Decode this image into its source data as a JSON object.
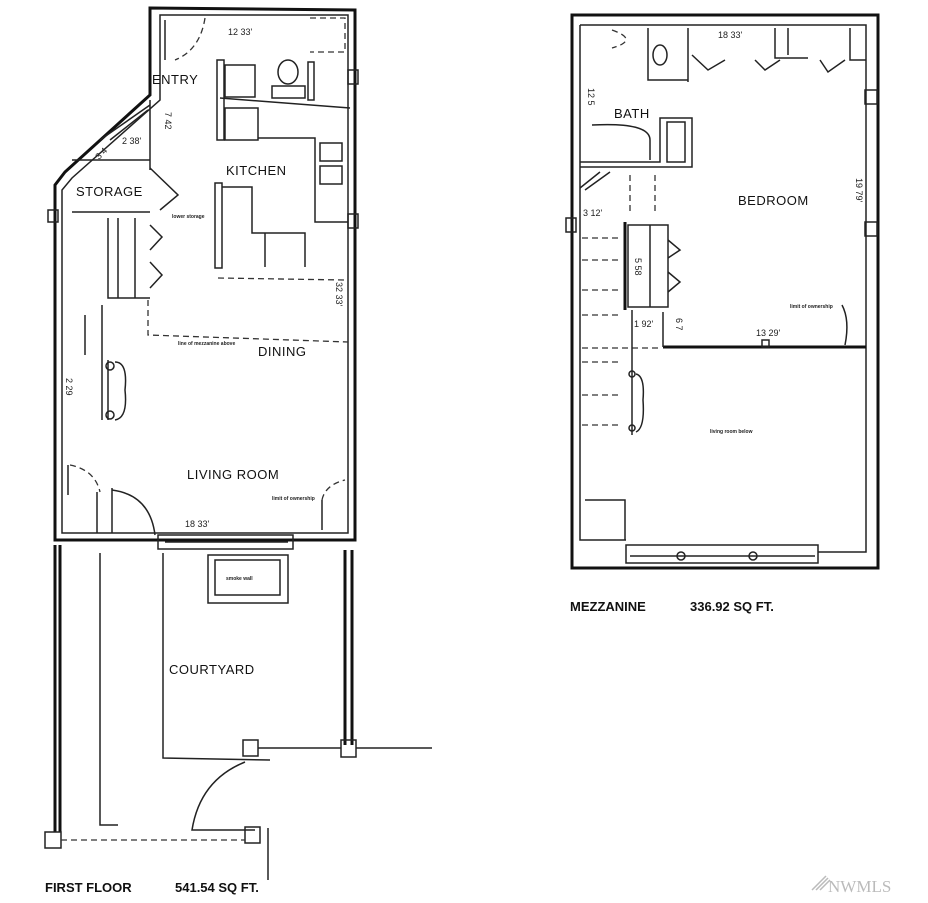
{
  "first_floor": {
    "rooms": {
      "entry": "ENTRY",
      "storage": "STORAGE",
      "kitchen": "KITCHEN",
      "dining": "DINING",
      "living_room": "LIVING ROOM",
      "courtyard": "COURTYARD"
    },
    "dimensions": {
      "top_width": "12 33'",
      "entry_depth": "7 42",
      "storage_a": "2 38'",
      "storage_b": "3 4",
      "side_length": "32 33'",
      "closet": "2 29",
      "bottom_width": "18 33'"
    },
    "notes": {
      "lower_storage": "lower storage",
      "mezzanine_line": "line of mezzanine above",
      "ownership": "limit of ownership",
      "smoke_wall": "smoke wall"
    },
    "caption": {
      "name": "FIRST FLOOR",
      "area": "541.54  SQ FT."
    }
  },
  "mezzanine": {
    "rooms": {
      "bath": "BATH",
      "bedroom": "BEDROOM"
    },
    "dimensions": {
      "top_width": "18 33'",
      "bath_depth": "12 5",
      "side_length": "19 79'",
      "stair_landing": "3 12'",
      "closet": "5 58",
      "step_a": "1 92'",
      "step_b": "6 7",
      "floor_edge": "13 29'"
    },
    "notes": {
      "ownership": "limit of ownership",
      "living_below": "living room below"
    },
    "caption": {
      "name": "MEZZANINE",
      "area": "336.92  SQ FT."
    }
  },
  "watermark": "NWMLS"
}
